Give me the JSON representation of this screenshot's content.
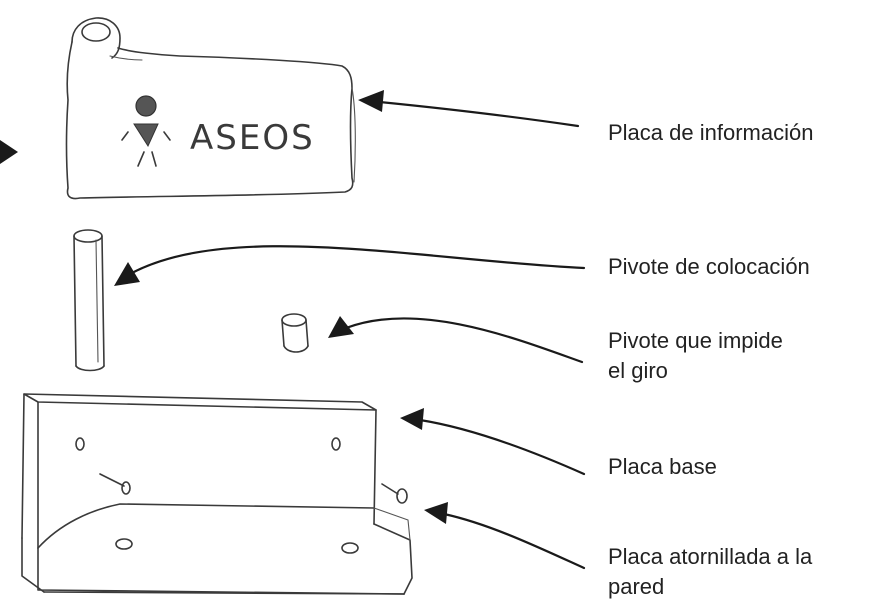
{
  "plaque": {
    "text": "ASEOS"
  },
  "labels": [
    {
      "id": "placa-informacion",
      "lines": [
        "Placa de información"
      ]
    },
    {
      "id": "pivote-colocacion",
      "lines": [
        "Pivote de colocación"
      ]
    },
    {
      "id": "pivote-giro",
      "lines": [
        "Pivote que impide",
        "el giro"
      ]
    },
    {
      "id": "placa-base",
      "lines": [
        "Placa base"
      ]
    },
    {
      "id": "placa-atornillada",
      "lines": [
        "Placa atornillada a la",
        "pared"
      ]
    }
  ],
  "colors": {
    "pencil": "#3a3a3a",
    "arrow": "#1a1a1a",
    "text": "#222222"
  }
}
